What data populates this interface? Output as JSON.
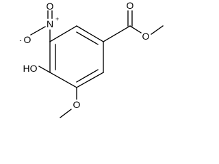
{
  "molecule": {
    "labels": {
      "nitro_n": "N",
      "nitro_n_charge": "+",
      "nitro_o_top": "O",
      "nitro_o_left": "O",
      "nitro_o_left_charge": "-",
      "hydroxyl": "HO",
      "methoxy_o": "O",
      "ester_carbonyl_o": "O",
      "ester_ether_o": "O"
    }
  },
  "colors": {
    "bond": "#000000",
    "text": "#000000",
    "background": "#ffffff"
  }
}
